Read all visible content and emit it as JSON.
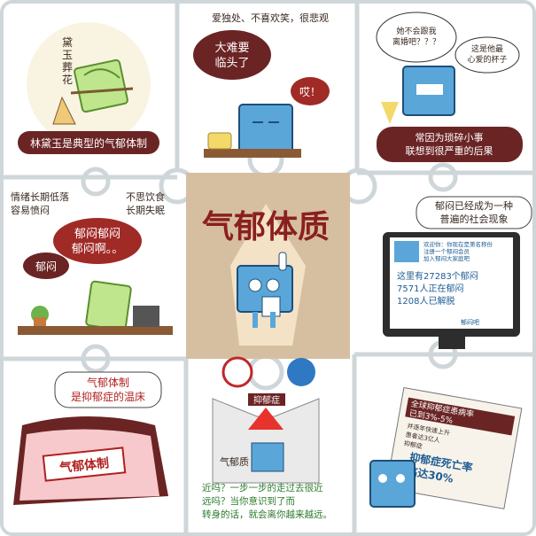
{
  "colors": {
    "puzzle_border": "#cfd6da",
    "bubble_dark": "#6b2424",
    "bubble_red": "#a02a26",
    "cube_blue": "#5aa6d9",
    "cube_green": "#8fd14f",
    "center_tan": "#d6bfa1",
    "title_red": "#8b1f1f",
    "screen_blue": "#2f78c4"
  },
  "center": {
    "title": "气郁体质"
  },
  "p1": {
    "vert_text": "黛\n玉\n葬\n花",
    "caption": "林黛玉是典型的气郁体制"
  },
  "p2": {
    "top_text": "爱独处、不喜欢笑，很悲观",
    "bubble1": "大难要\n临头了",
    "bubble2": "哎！"
  },
  "p3": {
    "bubble": "她不会跟我\n离婚吧？？？",
    "side": "这是他最\n心爱的杯子",
    "caption": "常因为琐碎小事\n联想到很严重的后果"
  },
  "p4": {
    "left_text": "情绪长期低落\n容易愤闷",
    "right_text": "不思饮食\n长期失眠",
    "bubble_big": "郁闷郁闷\n郁闷啊。。",
    "bubble_small": "郁闷"
  },
  "p5": {
    "caption": "郁闷已经成为一种\n普遍的社会现象",
    "screen_header": "欢迎你：你现在是第名称份\n注册一个郁闷会员\n加入郁闷大家庭吧",
    "stats": "这里有27283个郁闷\n7571人正在郁闷\n1208人已解脱",
    "footer_small": "郁闷吧"
  },
  "p6": {
    "caption": "气郁体制\n是抑郁症的温床",
    "stamp": "气郁体制"
  },
  "p7": {
    "sign": "抑郁症",
    "label": "气郁质",
    "bottom": "近吗？一步一步的走过去很近\n远吗？当你意识到了而\n转身的话，就会离你越来越远。"
  },
  "p8": {
    "headline": "全球抑郁症患病率\n已到3%-5%",
    "body": "并逐年快速上升\n患者达3亿人\n抑郁症",
    "big": "抑郁症死亡率\n高达30%"
  }
}
